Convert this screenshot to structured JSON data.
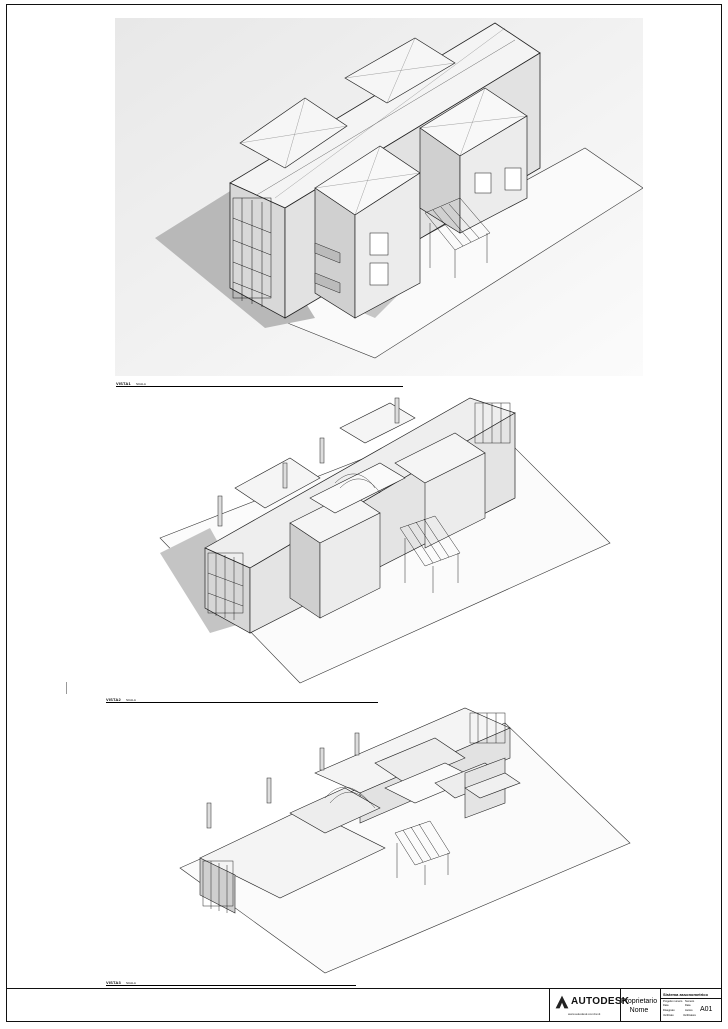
{
  "views": [
    {
      "label": "VISTA1",
      "scale": "SCALA"
    },
    {
      "label": "VISTA2",
      "scale": "SCALA"
    },
    {
      "label": "VISTA3",
      "scale": "SCALA"
    }
  ],
  "titleblock": {
    "logo_text": "AUTODESK",
    "logo_url": "www.autodesk.com/revit",
    "owner": "Proprietario Nome",
    "project_title": "Sistema assonometrico",
    "fields": [
      {
        "label": "Progetto numero",
        "value": "Numero"
      },
      {
        "label": "Data",
        "value": "Data"
      },
      {
        "label": "Disegnato",
        "value": "Autore"
      },
      {
        "label": "Verificato",
        "value": "Verificatore"
      }
    ],
    "sheet_number": "A01"
  }
}
